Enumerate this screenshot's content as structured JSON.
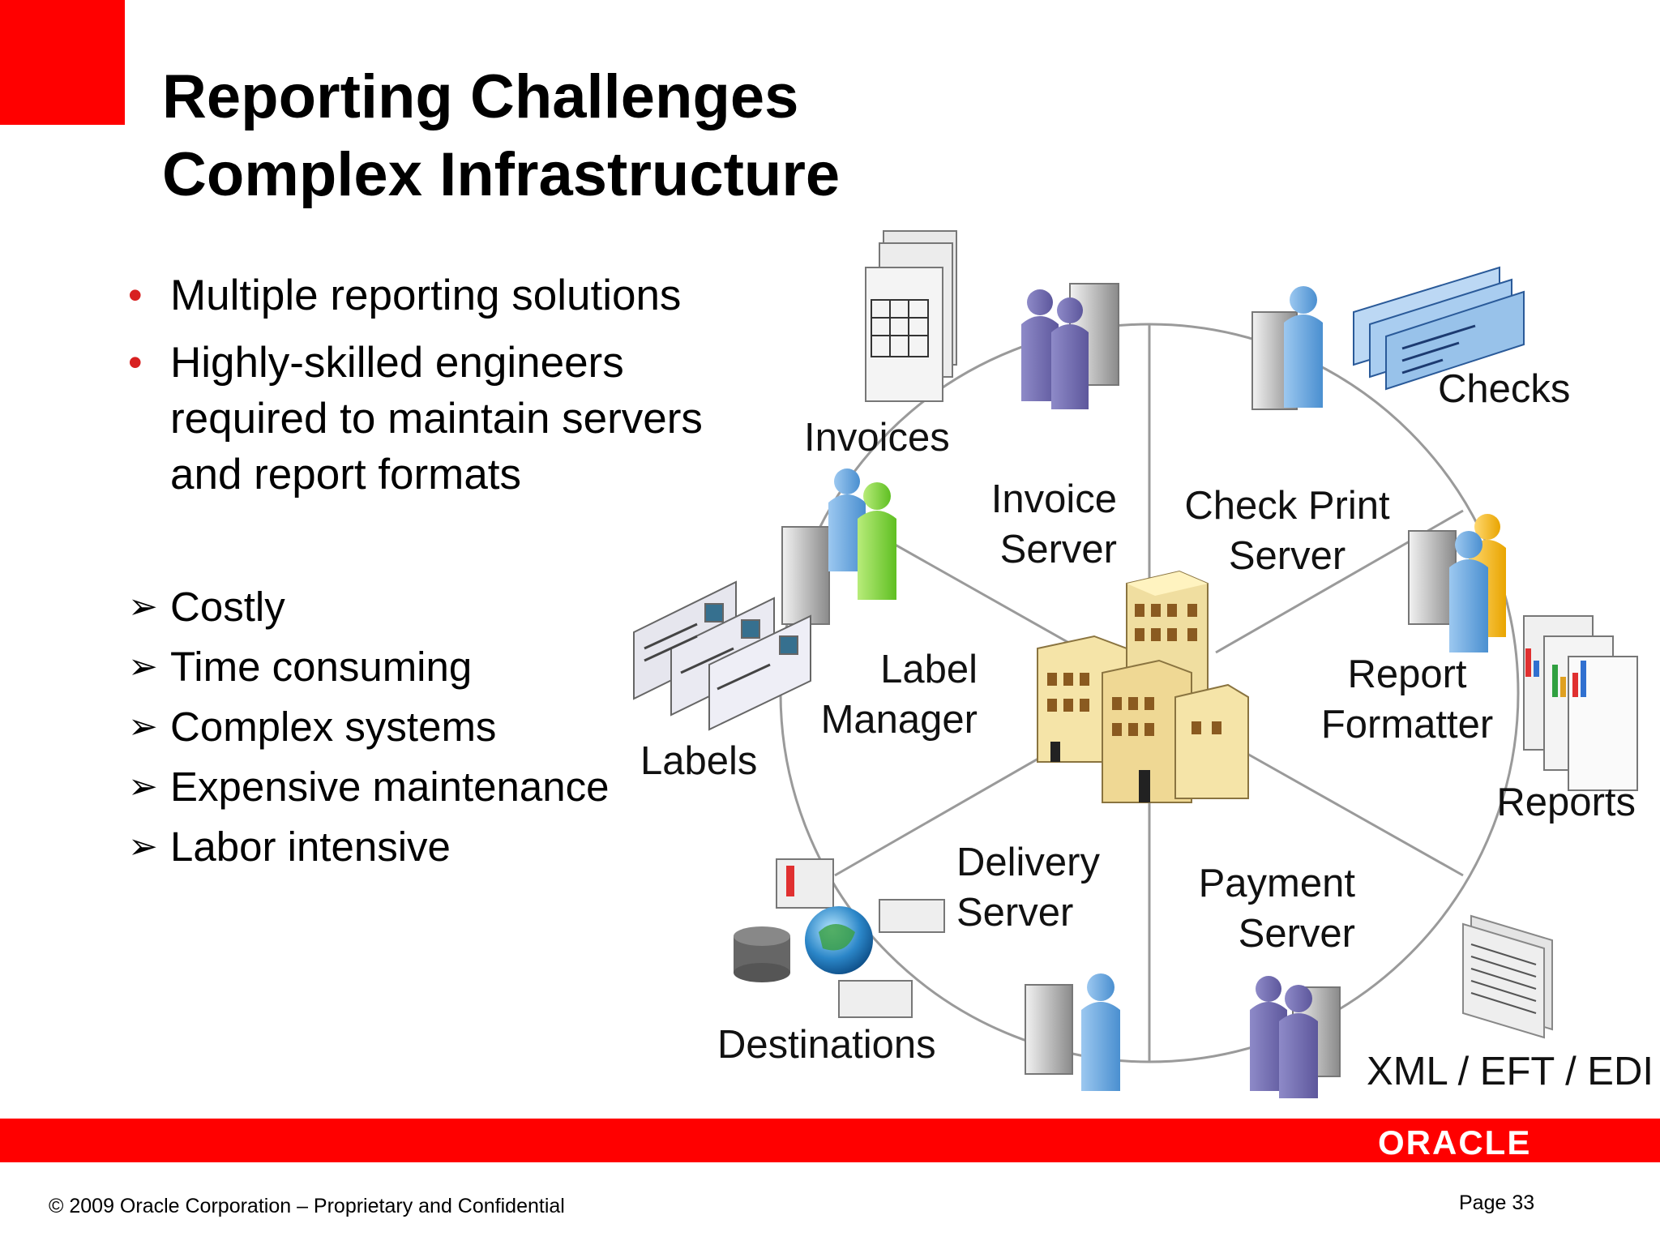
{
  "title": {
    "line1": "Reporting Challenges",
    "line2": "Complex Infrastructure"
  },
  "bullets": [
    {
      "marker": "•",
      "text": "Multiple reporting solutions"
    },
    {
      "marker": "•",
      "text": "Highly-skilled engineers required to maintain servers and report formats"
    }
  ],
  "checklist": [
    {
      "marker": "➢",
      "text": "Costly"
    },
    {
      "marker": "➢",
      "text": "Time consuming"
    },
    {
      "marker": "➢",
      "text": "Complex systems"
    },
    {
      "marker": "➢",
      "text": "Expensive maintenance"
    },
    {
      "marker": "➢",
      "text": "Labor intensive"
    }
  ],
  "diagram": {
    "segments": [
      {
        "name": "invoice-server",
        "line1": "Invoice",
        "line2": "Server"
      },
      {
        "name": "check-print-server",
        "line1": "Check Print",
        "line2": "Server"
      },
      {
        "name": "label-manager",
        "line1": "Label",
        "line2": "Manager"
      },
      {
        "name": "report-formatter",
        "line1": "Report",
        "line2": "Formatter"
      },
      {
        "name": "delivery-server",
        "line1": "Delivery",
        "line2": "Server"
      },
      {
        "name": "payment-server",
        "line1": "Payment",
        "line2": "Server"
      }
    ],
    "outputs": {
      "invoices": "Invoices",
      "checks": "Checks",
      "labels": "Labels",
      "reports": "Reports",
      "destinations": "Destinations",
      "xml": "XML / EFT / EDI"
    }
  },
  "colors": {
    "accent": "#ff0000",
    "bullet": "#d82020"
  },
  "footer": {
    "logo": "ORACLE",
    "copyright": "© 2009 Oracle Corporation – Proprietary and Confidential",
    "page": "Page 33"
  }
}
